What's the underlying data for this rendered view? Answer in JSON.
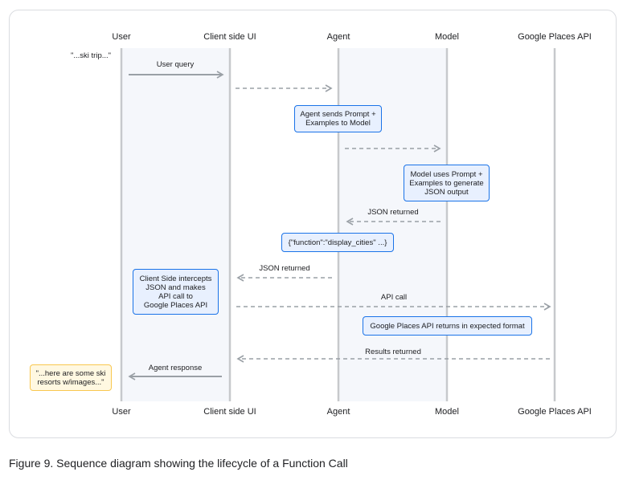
{
  "participants": [
    "User",
    "Client side UI",
    "Agent",
    "Model",
    "Google Places API"
  ],
  "user_quote": "\"...ski trip...\"",
  "messages": {
    "user_query": "User query",
    "json_returned_model": "JSON returned",
    "json_returned_agent": "JSON returned",
    "api_call": "API call",
    "results_returned": "Results returned",
    "agent_response": "Agent response"
  },
  "notes": {
    "agent_sends": "Agent sends Prompt +\nExamples to Model",
    "model_uses": "Model uses Prompt +\nExamples to generate\nJSON output",
    "function_json": "{\"function\":\"display_cities\" ...}",
    "client_intercepts": "Client Side intercepts\nJSON and makes\nAPI call to\nGoogle Places API",
    "places_returns": "Google Places API returns in expected format",
    "final_reply": "\"...here are some ski\nresorts w/images...\""
  },
  "caption": "Figure 9. Sequence diagram showing the lifecycle of a Function Call",
  "colors": {
    "lifeline": "#c7c9cc",
    "arrow": "#9aa0a6",
    "note_fill": "#e8f0fe",
    "note_border": "#1a73e8",
    "reply_fill": "#fff8e1",
    "reply_border": "#f9c74f",
    "band_fill": "#f5f7fb"
  }
}
